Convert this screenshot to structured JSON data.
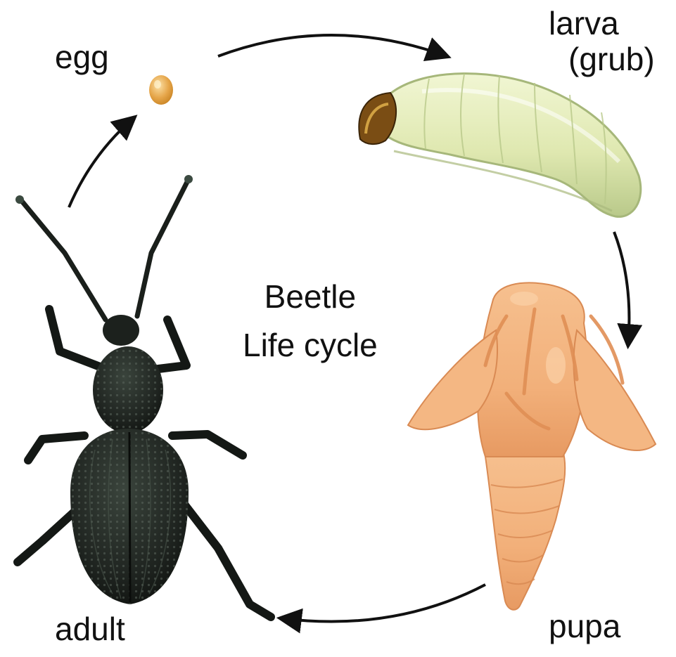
{
  "diagram": {
    "title_line1": "Beetle",
    "title_line2": "Life cycle",
    "stages": {
      "egg": "egg",
      "larva_line1": "larva",
      "larva_line2": "(grub)",
      "pupa": "pupa",
      "adult": "adult"
    }
  },
  "colors": {
    "text": "#111111",
    "arrow": "#111111",
    "egg": "#e6a64a",
    "larva_body": "#dfe8b0",
    "larva_head": "#8a5a1a",
    "pupa": "#f2b07a",
    "adult": "#1f2420"
  }
}
